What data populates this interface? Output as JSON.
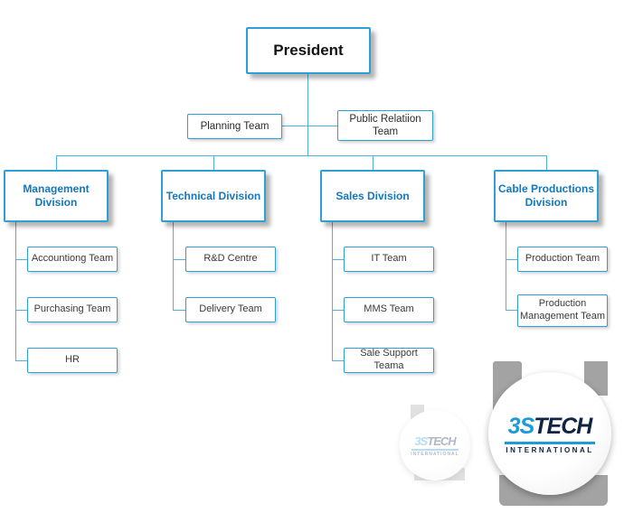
{
  "org_chart": {
    "president": "President",
    "staff": [
      {
        "label": "Planning Team"
      },
      {
        "label": "Public Relatiion Team"
      }
    ],
    "divisions": [
      {
        "label": "Management\nDivision",
        "teams": [
          "Accountiong Team",
          "Purchasing Team",
          "HR"
        ]
      },
      {
        "label": "Technical Division",
        "teams": [
          "R&D Centre",
          "Delivery Team"
        ]
      },
      {
        "label": "Sales Division",
        "teams": [
          "IT Team",
          "MMS Team",
          "Sale Support Teama"
        ]
      },
      {
        "label": "Cable Productions\nDivision",
        "teams": [
          "Production Team",
          "Production Management Team"
        ]
      }
    ]
  },
  "logo": {
    "wordmark_prefix": "3S",
    "wordmark_suffix": "TECH",
    "subtitle": "INTERNATIONAL"
  },
  "colors": {
    "connector_blue": "#4fb1e2",
    "border_blue": "#2da0d8",
    "division_text_blue": "#1277bd",
    "logo_accent": "#1b9cd8",
    "logo_dark": "#0e2440",
    "logo_gray": "#a3a3a3"
  }
}
